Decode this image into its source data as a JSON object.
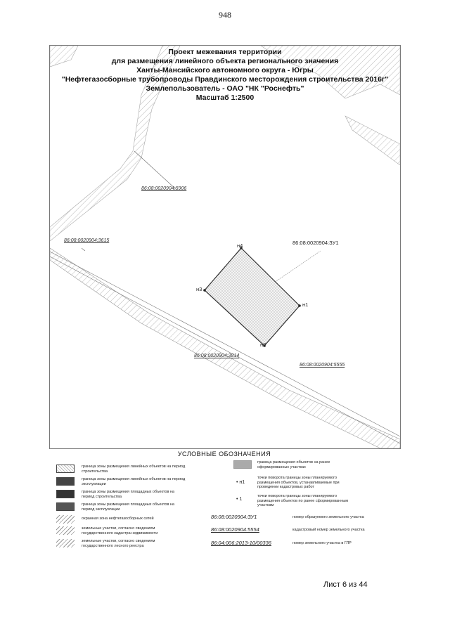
{
  "page_number": "948",
  "map": {
    "title_lines": [
      "Проект межевания территории",
      "для размещения линейного объекта регионального значения",
      "Ханты-Мансийского автономного округа - Югры",
      "\"Нефтегазосборные трубопроводы Правдинского месторождения строительства 2016г\"",
      "Землепользователь - ОАО \"НК \"Роснефть\"",
      "Масштаб 1:2500"
    ],
    "parcel_labels": {
      "p5906": "86:08:0020904:5906",
      "p3615": "86:08:0020904:3615",
      "p3814": "86:08:0020904:3814",
      "p5555": "86:08:0020904:5555",
      "new_parcel": "86:08:0020904:ЗУ1"
    },
    "points": {
      "n1": "н1",
      "n2": "н2",
      "n3": "н3",
      "n4": "н4"
    }
  },
  "legend": {
    "title": "УСЛОВНЫЕ ОБОЗНАЧЕНИЯ",
    "left_items": [
      "граница зоны размещения линейных объектов на период строительства",
      "граница зоны размещения линейных объектов на период эксплуатации",
      "граница зоны размещения площадных объектов на период строительства",
      "граница зоны размещения площадных объектов на период эксплуатации",
      "охранная зона нефтегазосборных сетей",
      "земельные участки, согласно сведениям государственного кадастра недвижимости",
      "земельные участки, согласно сведениям государственного лесного реестра"
    ],
    "right_items": [
      "граница размещения объектов на ранее сформированных участках",
      "точки поворота границы зоны планируемого размещения объектов, устанавливаемые при проведении кадастровых работ",
      "точки поворота границы зоны планируемого размещения объектов по ранее сформированным участкам"
    ],
    "marker_n1": "н1",
    "marker_1": "1",
    "samples": [
      {
        "code": "86:08:0020904:ЗУ1",
        "desc": "номер образуемого земельного участка"
      },
      {
        "code": "86:08:0020904:5554",
        "desc": "кадастровый номер земельного участка"
      },
      {
        "code": "86:04:006:2013-10/00336",
        "desc": "номер земельного участка в ГЛР"
      }
    ]
  },
  "footer": {
    "sheet": "Лист 6 из 44"
  }
}
